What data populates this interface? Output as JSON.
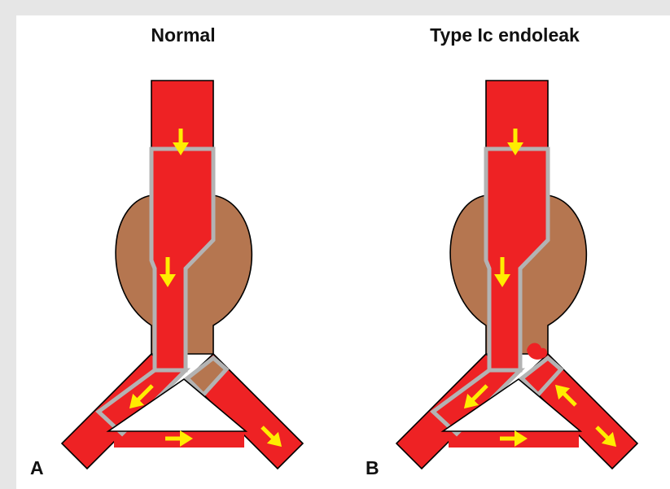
{
  "panels": [
    {
      "title": "Normal",
      "label": "A"
    },
    {
      "title": "Type Ic endoleak",
      "label": "B"
    }
  ],
  "colors": {
    "background": "#e6e6e6",
    "blood": "#ee2224",
    "aneurysm_sac": "#b57650",
    "stent_graft": "#b3b3b3",
    "flow_arrow": "#ffed00",
    "outline": "#000000"
  },
  "icons": [
    "flow-arrow-icon"
  ]
}
